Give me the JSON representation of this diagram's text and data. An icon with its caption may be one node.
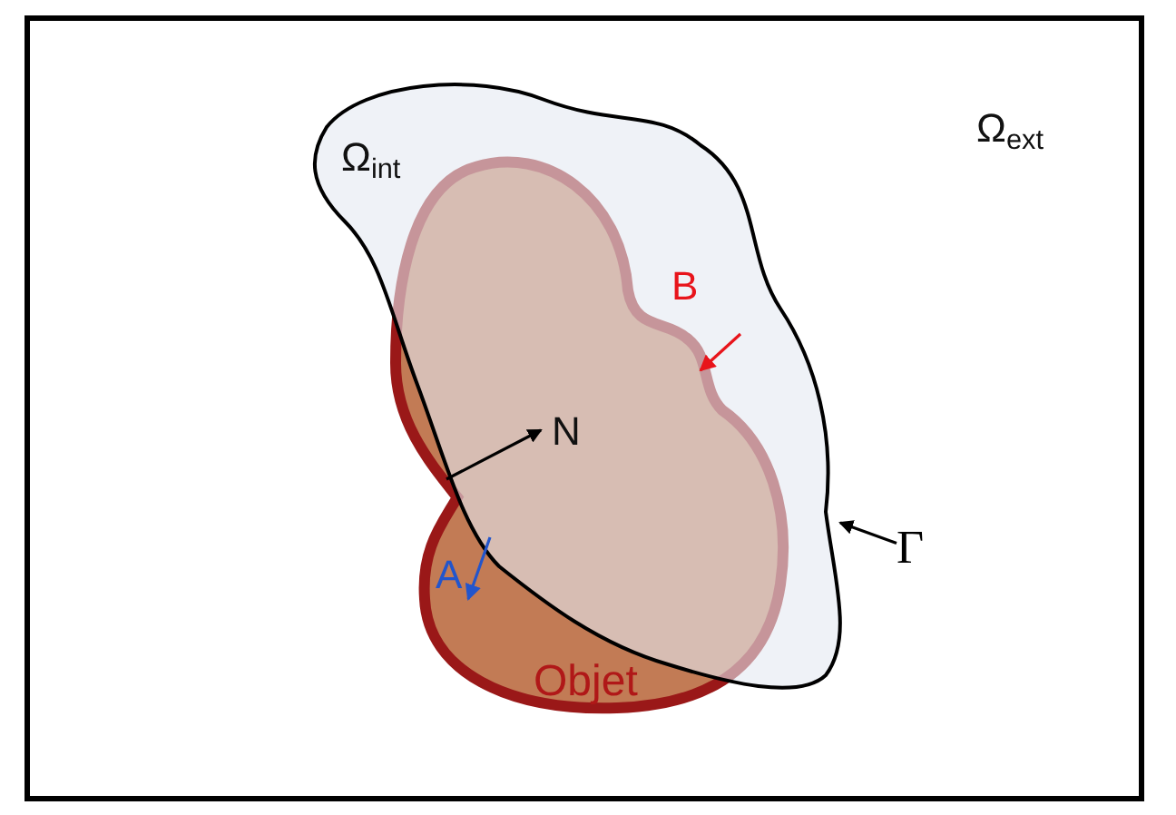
{
  "diagram": {
    "nodes": [
      {
        "text": [
          "Γ"
        ]
      },
      {
        "text": [],
        "shape": "region"
      }
    ],
    "edges": [
      {
        "from": 0,
        "to": 1,
        "arrow": "to"
      }
    ],
    "labels": [
      "Ω$_{int}$",
      "Ω$_{ext}$",
      "B",
      "N",
      "A",
      "Objet"
    ]
  }
}
